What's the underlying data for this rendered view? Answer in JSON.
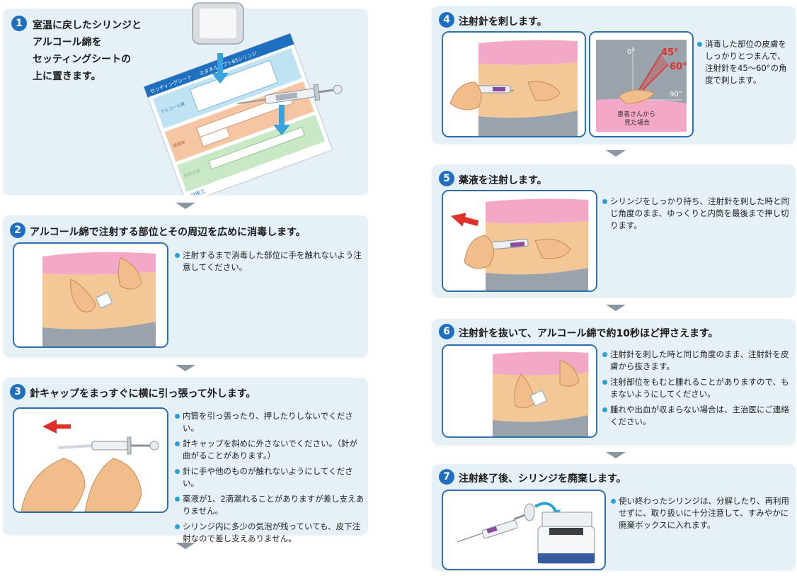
{
  "steps": [
    {
      "num": "1",
      "title_lines": [
        "室温に戻したシリンジと",
        "アルコール綿を",
        "セッティングシートの",
        "上に置きます。"
      ],
      "notes": []
    },
    {
      "num": "2",
      "title": "アルコール綿で注射する部位とその周辺を広めに消毒します。",
      "notes": [
        "注射するまで消毒した部位に手を触れないよう注意してください。"
      ]
    },
    {
      "num": "3",
      "title": "針キャップをまっすぐに横に引っ張って外します。",
      "notes": [
        "内筒を引っ張ったり、押したりしないでください。",
        "針キャップを斜めに外さないでください。（針が曲がることがあります。）",
        "針に手や他のものが触れないようにしてください。",
        "薬液が1、2滴漏れることがありますが差し支えありません。",
        "シリンジ内に多少の気泡が残っていても、皮下注射なので差し支えありません。"
      ]
    },
    {
      "num": "4",
      "title": "注射針を刺します。",
      "notes": [
        "消毒した部位の皮膚をしっかりとつまんで、注射針を45～60°の角度で刺します。"
      ],
      "angle_labels": [
        "0°",
        "45°",
        "60°",
        "90°"
      ],
      "caption_lines": [
        "患者さんから",
        "見た場合"
      ]
    },
    {
      "num": "5",
      "title": "薬液を注射します。",
      "notes": [
        "シリンジをしっかり持ち、注射針を刺した時と同じ角度のまま、ゆっくりと内筒を最後まで押し切ります。"
      ]
    },
    {
      "num": "6",
      "title": "注射針を抜いて、アルコール綿で約10秒ほど押さえます。",
      "notes": [
        "注射針を刺した時と同じ角度のまま、注射針を皮膚から抜きます。",
        "注射部位をもむと腫れることがありますので、もまないようにしてください。",
        "腫れや出血が収まらない場合は、主治医にご連絡ください。"
      ]
    },
    {
      "num": "7",
      "title": "注射終了後、シリンジを廃棄します。",
      "notes": [
        "使い終わったシリンジは、分解したり、再利用せずに、取り扱いに十分注意して、すみやかに廃棄ボックスに入れます。"
      ]
    }
  ],
  "sheet": {
    "header": "セッティングシート",
    "subheader": "エタネルセプトBSシリンジ",
    "label_alcohol": "アルコール綿",
    "label_syringe": "シリンジ",
    "label_orange": "廃棄物",
    "brand": "日医工"
  },
  "colors": {
    "step_badge": "#1e6fbf",
    "panel": "#e6f0f7",
    "frame_border": "#2f6fb0",
    "bullet": "#2aa0d8",
    "skin": "#f4c896",
    "shirt": "#f4a8c8",
    "arrow_red": "#e0302a"
  }
}
